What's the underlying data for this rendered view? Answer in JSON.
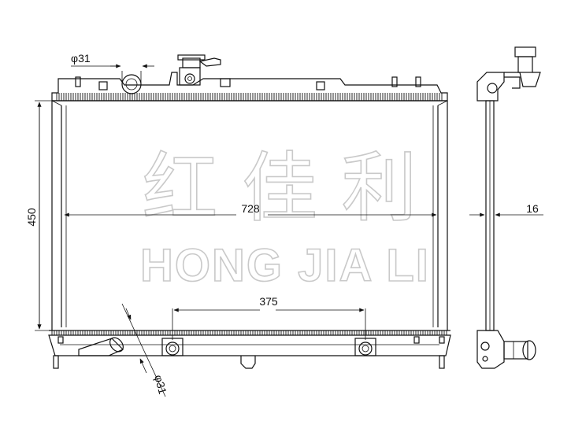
{
  "watermark": {
    "chinese": "红 佳 利",
    "latin": "HONG JIA LI"
  },
  "dimensions": {
    "inlet_diameter": "φ31",
    "outlet_diameter": "φ31",
    "height": "450",
    "width": "728",
    "mount_spacing": "375",
    "core_thickness": "16"
  },
  "colors": {
    "line": "#111111",
    "watermark_outline": "#c9c9c9"
  }
}
